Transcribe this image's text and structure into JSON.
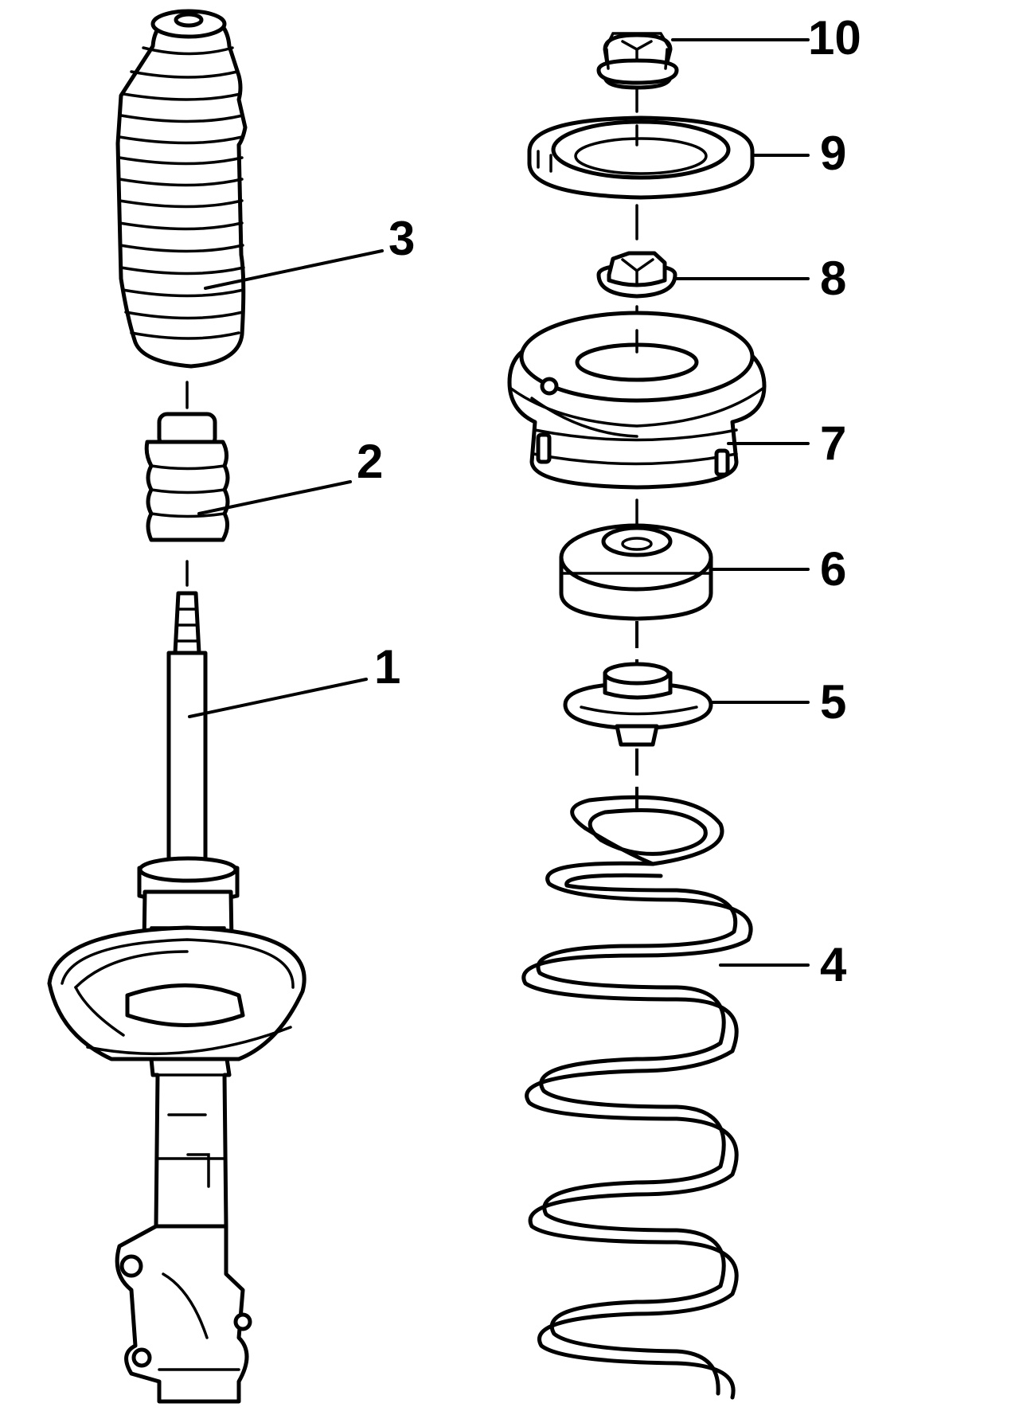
{
  "diagram": {
    "title": "Front strut and coil spring assembly (exploded view)",
    "parts": [
      {
        "id": "strut-assembly",
        "callout": "1"
      },
      {
        "id": "bump-stop",
        "callout": "2"
      },
      {
        "id": "dust-boot",
        "callout": "3"
      },
      {
        "id": "coil-spring",
        "callout": "4"
      },
      {
        "id": "spring-seat",
        "callout": "5"
      },
      {
        "id": "bumper-pad",
        "callout": "6"
      },
      {
        "id": "strut-mount",
        "callout": "7"
      },
      {
        "id": "mount-nut",
        "callout": "8"
      },
      {
        "id": "bearing-plate",
        "callout": "9"
      },
      {
        "id": "top-nut",
        "callout": "10"
      }
    ]
  }
}
